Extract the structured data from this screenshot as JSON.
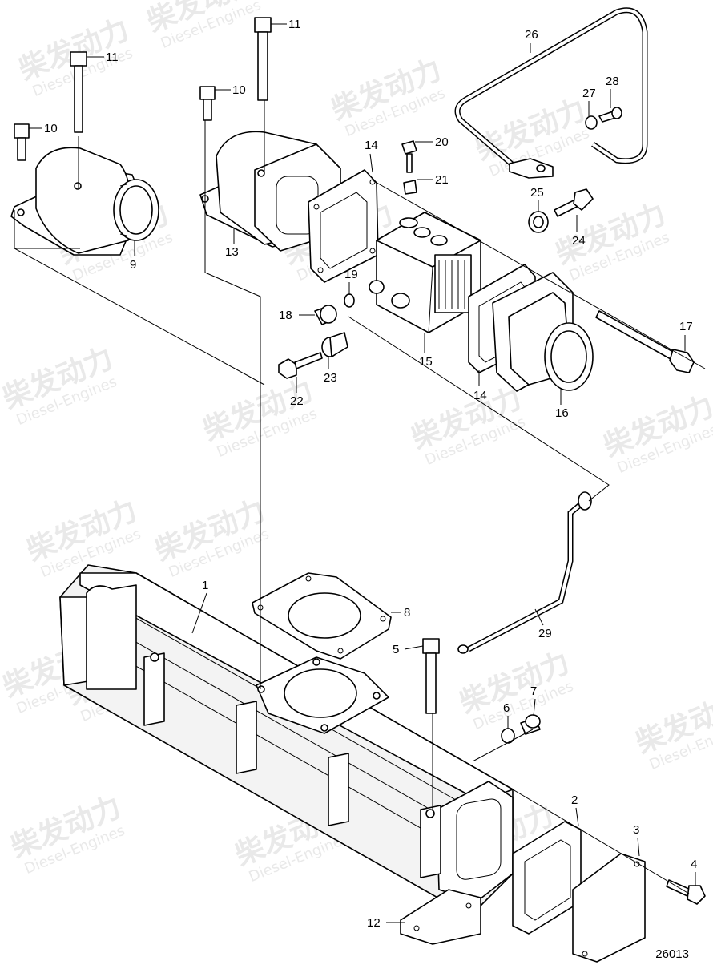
{
  "drawing_number": "26013",
  "watermark": {
    "brand": "柴发动力",
    "subtitle": "Diesel-Engines"
  },
  "callouts": [
    "1",
    "2",
    "3",
    "4",
    "5",
    "6",
    "7",
    "8",
    "9",
    "10",
    "10",
    "11",
    "11",
    "12",
    "13",
    "14",
    "14",
    "15",
    "16",
    "17",
    "18",
    "19",
    "20",
    "21",
    "22",
    "23",
    "24",
    "25",
    "26",
    "27",
    "28",
    "29"
  ]
}
